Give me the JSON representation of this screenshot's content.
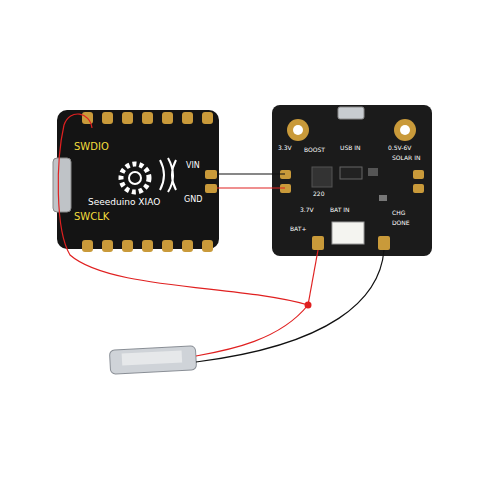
{
  "diagram": {
    "labels": [
      "SWDIO",
      "SWCLK",
      "Seeeduino XIAO",
      "VIN",
      "GND",
      "3.3V",
      "BOOST",
      "USB IN",
      "220",
      "3.7V",
      "BAT IN",
      "0.5V-6V",
      "SOLAR IN",
      "CHG",
      "DONE",
      "BAT+"
    ]
  }
}
